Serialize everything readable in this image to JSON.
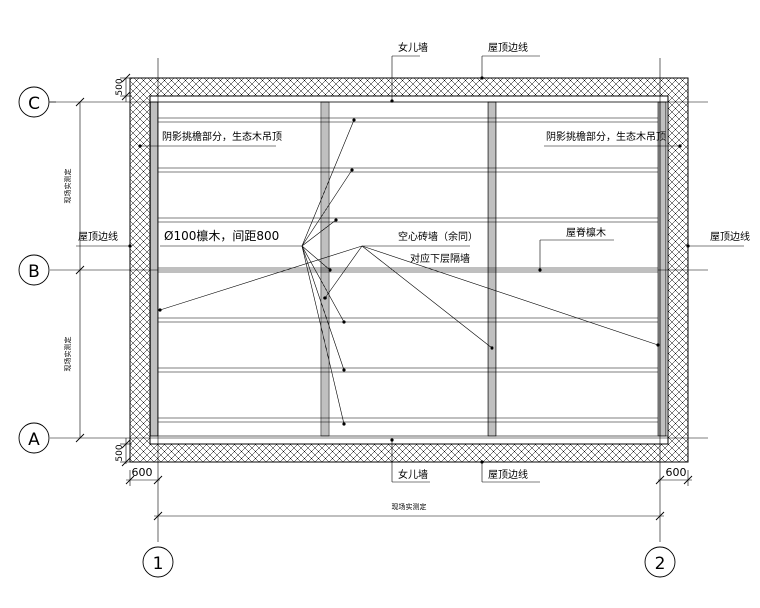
{
  "grid_axes": {
    "rows": [
      "C",
      "B",
      "A"
    ],
    "columns": [
      "1",
      "2"
    ]
  },
  "labels": {
    "parapet_top": "女儿墙",
    "roof_edge_top": "屋顶边线",
    "pergola_left": "阴影挑檐部分，生态木吊顶",
    "pergola_right": "阴影挑檐部分，生态木吊顶",
    "roof_edge_left": "屋顶边线",
    "timber_spec": "Ø100檩木，间距800",
    "hollow_brick": "空心砖墙（余同）",
    "lower_wall": "对应下层隔墙",
    "ridge_beam": "屋脊檩木",
    "roof_edge_right": "屋顶边线",
    "parapet_bottom": "女儿墙",
    "roof_edge_bottom": "屋顶边线"
  },
  "dimensions": {
    "top_500": "500",
    "bottom_500": "500",
    "left_600": "600",
    "right_600": "600",
    "span_site": "现场实测定",
    "left_upper_site": "现场实测定",
    "left_lower_site": "现场实测定"
  },
  "colors": {
    "line": "#000000",
    "background": "#ffffff"
  }
}
